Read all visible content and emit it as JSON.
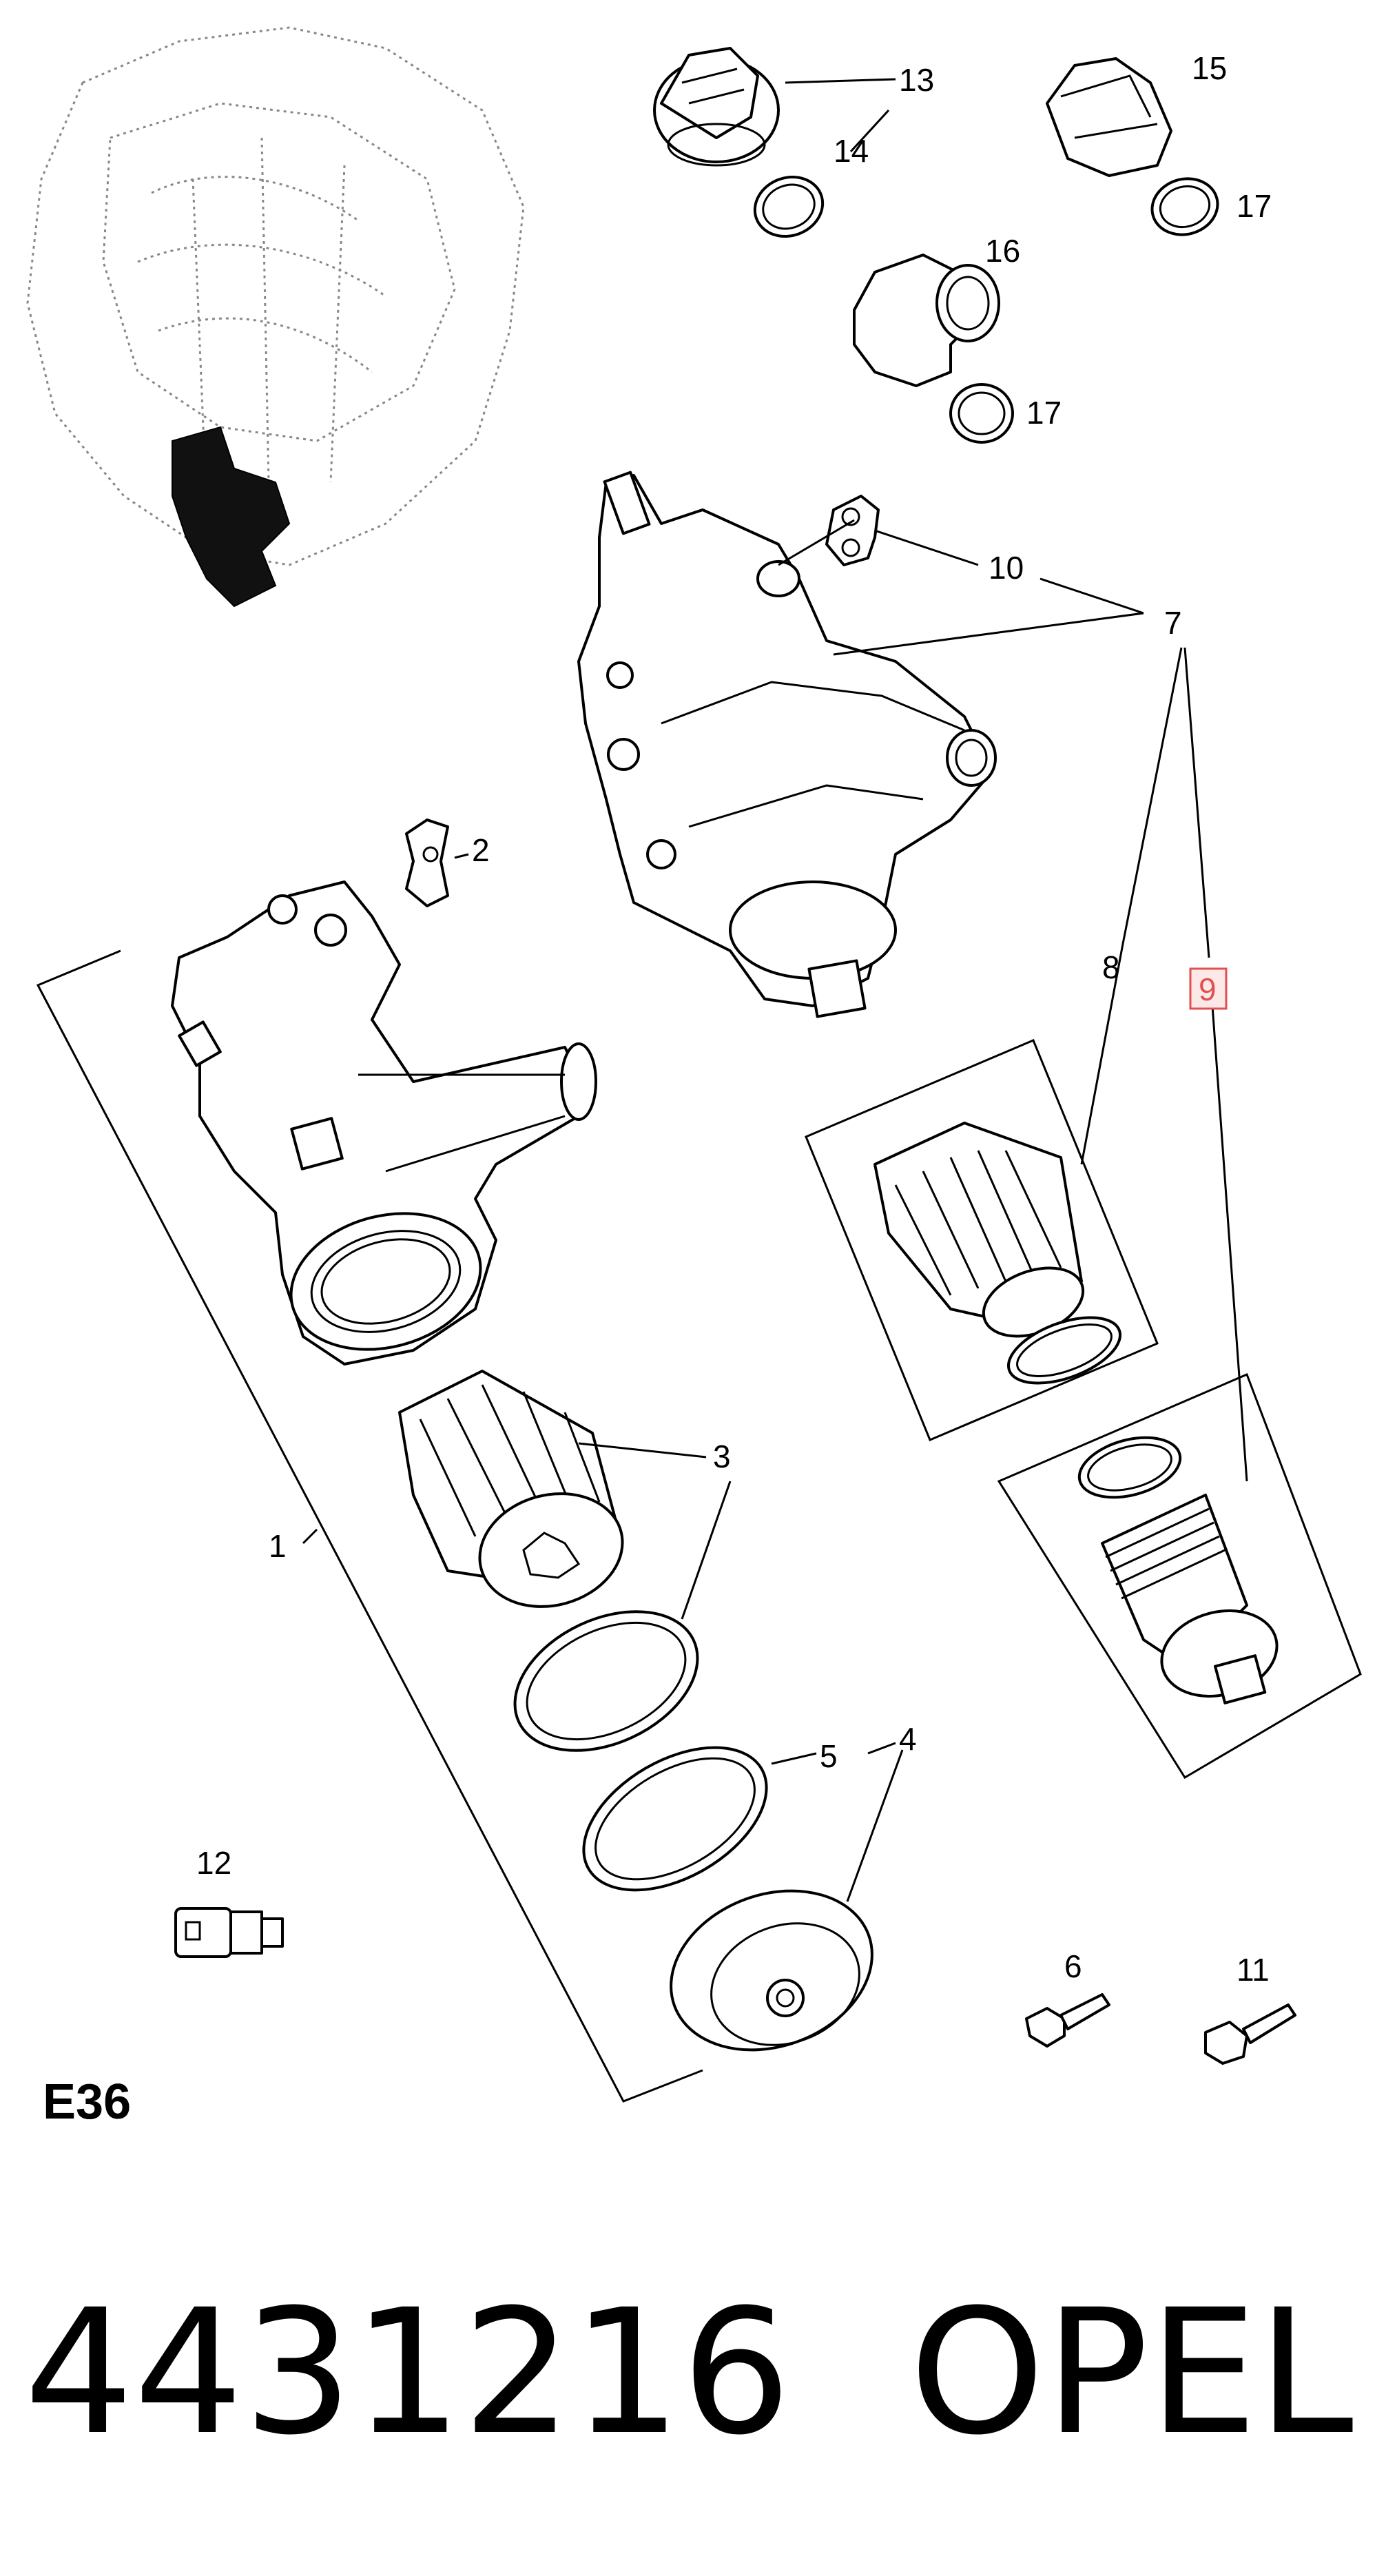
{
  "callouts": {
    "c1": "1",
    "c2": "2",
    "c3": "3",
    "c4": "4",
    "c5": "5",
    "c6": "6",
    "c7": "7",
    "c8": "8",
    "c9": "9",
    "c10": "10",
    "c11": "11",
    "c12": "12",
    "c13": "13",
    "c14": "14",
    "c15": "15",
    "c16": "16",
    "c17a": "17",
    "c17b": "17"
  },
  "highlighted_callout": "9",
  "highlight_color": "#e05050",
  "group_code": "E36",
  "footer": {
    "part_number": "4431216",
    "brand": "OPEL"
  }
}
